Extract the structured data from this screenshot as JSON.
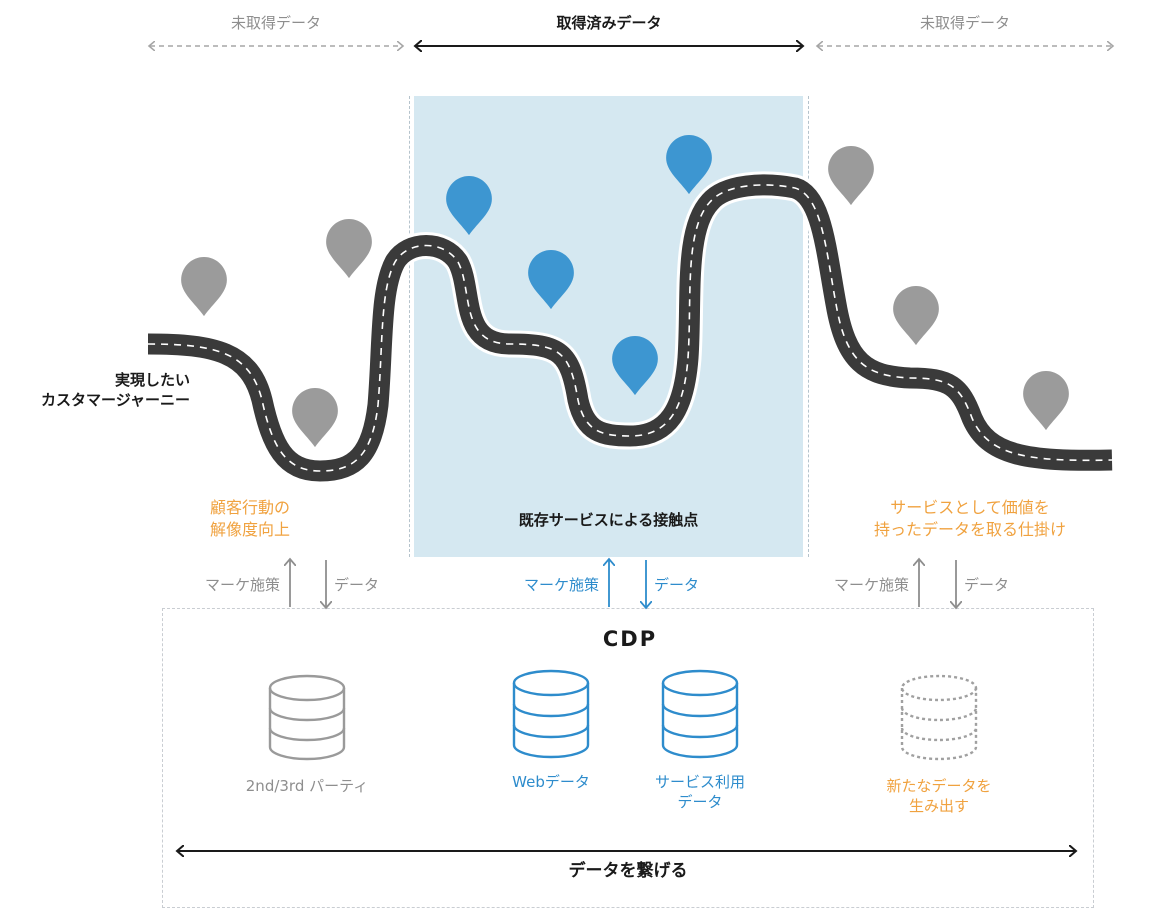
{
  "timeline": {
    "left_label": "未取得データ",
    "center_label": "取得済みデータ",
    "right_label": "未取得データ"
  },
  "journey": {
    "label_line1": "実現したい",
    "label_line2": "カスタマージャーニー"
  },
  "touchpoint_label": "既存サービスによる接触点",
  "left_note": {
    "line1": "顧客行動の",
    "line2": "解像度向上"
  },
  "right_note": {
    "line1": "サービスとして価値を",
    "line2": "持ったデータを取る仕掛け"
  },
  "flows": [
    {
      "up_label": "マーケ施策",
      "down_label": "データ"
    },
    {
      "up_label": "マーケ施策",
      "down_label": "データ"
    },
    {
      "up_label": "マーケ施策",
      "down_label": "データ"
    }
  ],
  "cdp": {
    "title": "CDP",
    "databases": [
      {
        "label": "2nd/3rd パーティ"
      },
      {
        "label": "Webデータ"
      },
      {
        "label1": "サービス利用",
        "label2": "データ"
      },
      {
        "label1": "新たなデータを",
        "label2": "生み出す"
      }
    ],
    "connect_label": "データを繋げる"
  },
  "colors": {
    "gray": "#8e8e8e",
    "blue": "#2e8ccc",
    "orange": "#f0a23f",
    "road": "#3a3a3a",
    "band": "#d5e8f1",
    "pin_gray": "#9b9b9b",
    "pin_blue": "#3d96d1"
  }
}
